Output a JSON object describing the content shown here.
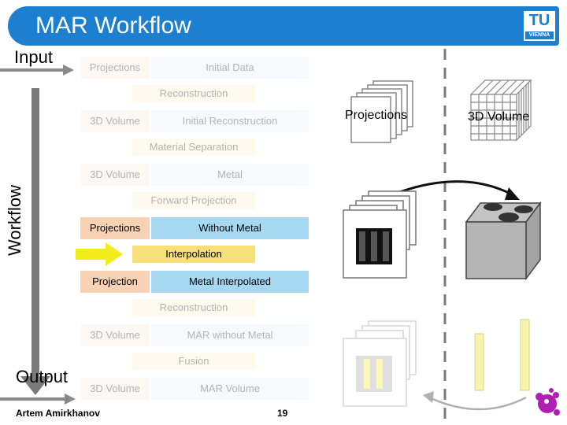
{
  "header": {
    "title": "MAR Workflow",
    "logo_top": "TU",
    "logo_bottom": "VIENNA"
  },
  "side": {
    "input": "Input",
    "workflow": "Workflow",
    "output": "Output"
  },
  "steps": {
    "projections_top": "Projections",
    "initial_data": "Initial Data",
    "reconstruction_1": "Reconstruction",
    "volume_1": "3D Volume",
    "initial_reconstruction": "Initial Reconstruction",
    "material_separation": "Material Separation",
    "volume_2": "3D Volume",
    "metal": "Metal",
    "forward_projection": "Forward Projection",
    "projections_mid": "Projections",
    "without_metal": "Without Metal",
    "interpolation": "Interpolation",
    "projection": "Projection",
    "metal_interpolated": "Metal Interpolated",
    "reconstruction_2": "Reconstruction",
    "volume_3": "3D Volume",
    "mar_without_metal": "MAR without Metal",
    "fusion": "Fusion",
    "volume_4": "3D Volume",
    "mar_volume": "MAR Volume"
  },
  "right": {
    "projections": "Projections",
    "volume": "3D Volume"
  },
  "footer": {
    "author": "Artem Amirkhanov",
    "page": "19"
  },
  "colors": {
    "title_bar": "#1d7fd0",
    "step_label": "#fcefc6",
    "volume_box": "#a6d8f2",
    "projection_box": "#f8d2b5",
    "highlight_arrow": "#f2ee1b"
  }
}
